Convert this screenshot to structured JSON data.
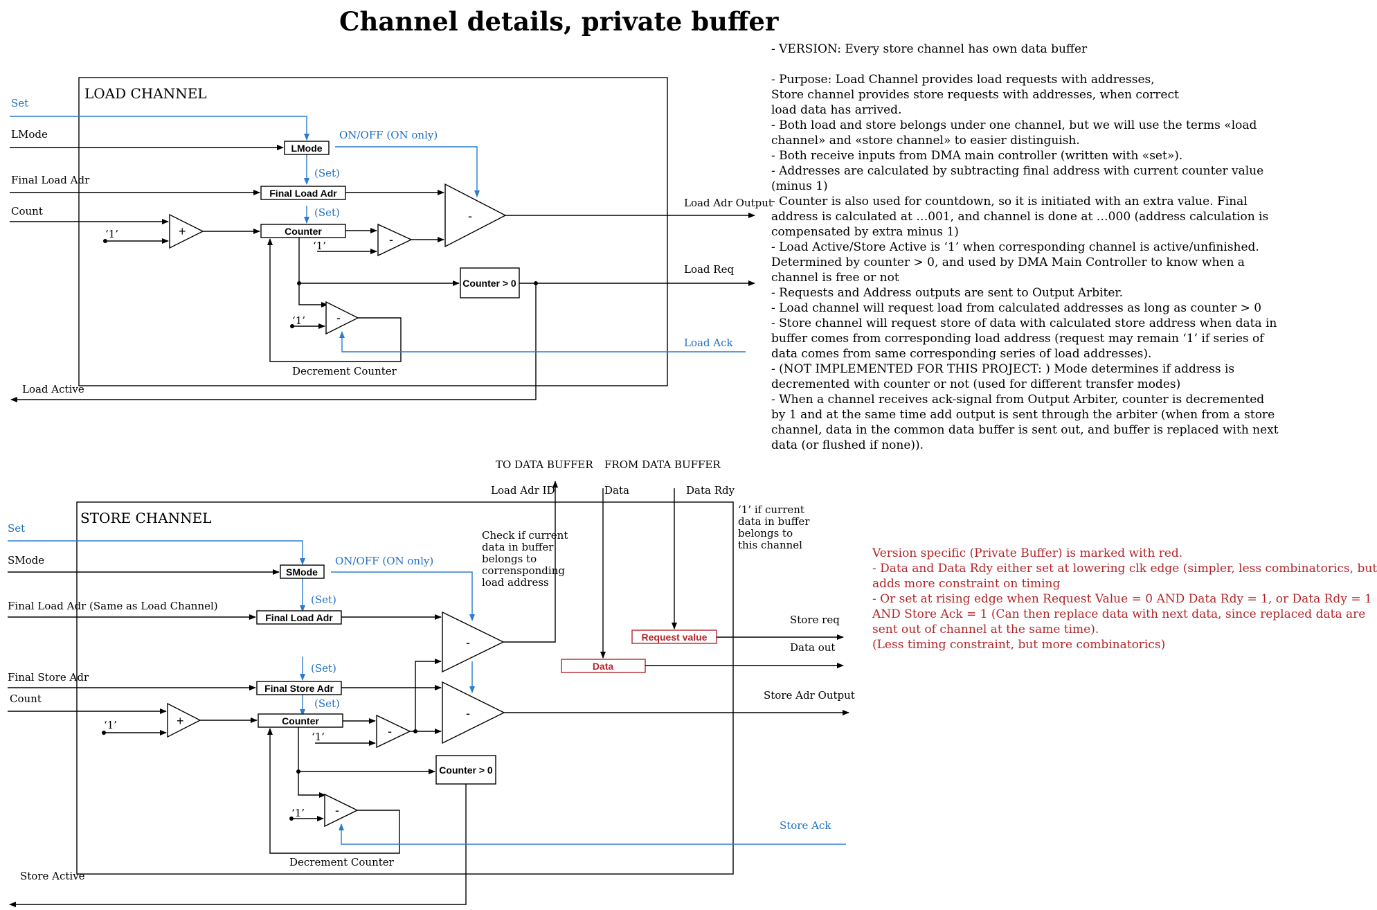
{
  "title": "Channel details, private buffer",
  "load": {
    "section": "LOAD CHANNEL",
    "in_set": "Set",
    "in_lmode": "LMode",
    "in_final": "Final Load Adr",
    "in_count": "Count",
    "one_a": "‘1’",
    "one_b": "‘1’",
    "one_c": "‘1’",
    "box_lmode": "LMode",
    "box_final": "Final Load Adr",
    "box_counter": "Counter",
    "box_gt": "Counter > 0",
    "onoff": "ON/OFF (ON only)",
    "set1": "(Set)",
    "set2": "(Set)",
    "out_adr": "Load Adr Output",
    "out_req": "Load Req",
    "in_ack": "Load Ack",
    "out_active": "Load Active",
    "dec": "Decrement Counter",
    "plus": "+",
    "minus": "-"
  },
  "store": {
    "section": "STORE CHANNEL",
    "in_set": "Set",
    "in_smode": "SMode",
    "in_finalload": "Final Load Adr (Same as Load Channel)",
    "in_finalstore": "Final Store Adr",
    "in_count": "Count",
    "one_a": "‘1’",
    "one_b": "‘1’",
    "one_c": "‘1’",
    "box_smode": "SMode",
    "box_finalload": "Final Load Adr",
    "box_finalstore": "Final Store Adr",
    "box_counter": "Counter",
    "box_gt": "Counter > 0",
    "box_reqval": "Request value",
    "box_data": "Data",
    "onoff": "ON/OFF (ON only)",
    "set1": "(Set)",
    "set2": "(Set)",
    "set3": "(Set)",
    "to_buf": "TO DATA BUFFER",
    "from_buf": "FROM DATA BUFFER",
    "load_adr_id": "Load Adr ID",
    "data": "Data",
    "data_rdy": "Data Rdy",
    "check": [
      "Check if current",
      "data in buffer",
      "belongs to",
      "corrensponding",
      "load address"
    ],
    "cur": [
      "‘1’ if current",
      "data in buffer",
      "belongs to",
      "this channel"
    ],
    "out_req": "Store req",
    "out_data": "Data out",
    "out_adr": "Store Adr Output",
    "in_ack": "Store Ack",
    "out_active": "Store Active",
    "dec": "Decrement Counter",
    "plus": "+",
    "minus": "-"
  },
  "notes": [
    "- VERSION: Every store channel has own data buffer",
    "",
    "- Purpose: Load Channel provides load requests with addresses,",
    "Store channel provides store requests with addresses, when correct",
    "load data has arrived.",
    "- Both load and store belongs under one channel, but we will use the terms «load",
    "channel» and «store channel» to easier distinguish.",
    "- Both receive inputs from DMA main controller (written with «set»).",
    "- Addresses are calculated by subtracting final address with current counter value",
    "(minus 1)",
    "- Counter is also used for countdown, so it is initiated with an extra value. Final",
    "address is calculated at …001, and channel is done at …000 (address calculation is",
    "compensated by extra minus 1)",
    "- Load Active/Store Active is ‘1’ when corresponding channel is active/unfinished.",
    "Determined by counter > 0, and used by DMA Main Controller to know when a",
    "channel is free or not",
    "- Requests and Address outputs are sent to Output Arbiter.",
    "- Load channel will request load from calculated addresses as long as counter > 0",
    "- Store channel will request store of data with calculated store address when data in",
    "buffer comes from corresponding load address (request may remain ‘1’ if series of",
    "data comes from same corresponding series of load addresses).",
    "- (NOT IMPLEMENTED FOR THIS PROJECT: ) Mode determines if address is",
    "decremented with counter or not (used for different transfer modes)",
    "- When a channel receives ack-signal from Output Arbiter, counter is decremented",
    "by 1 and at the same time add output is sent through the arbiter (when from a store",
    "channel, data in the common data buffer is sent out, and buffer is replaced with next",
    "data (or flushed if none))."
  ],
  "red_notes": [
    "Version specific (Private Buffer) is marked with red.",
    "- Data and Data Rdy either set at lowering clk edge (simpler, less combinatorics, but",
    "adds more constraint on timing",
    "- Or set at rising edge when Request Value = 0 AND Data Rdy = 1, or Data Rdy = 1",
    "AND Store Ack = 1 (Can then replace data with next data, since replaced data are",
    "sent out of channel at the same time).",
    "(Less timing constraint, but more combinatorics)"
  ],
  "colors": {
    "signal_blue": "#2a7bd0",
    "private_red": "#b2262a"
  }
}
